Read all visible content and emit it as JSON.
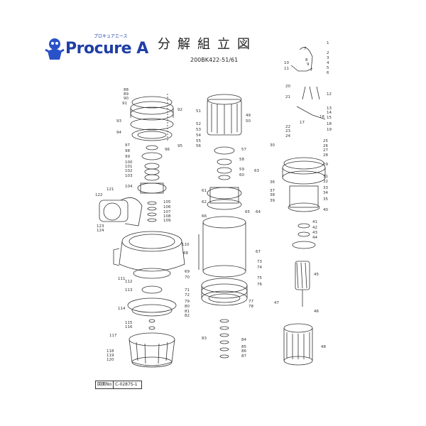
{
  "logo": {
    "text": "Procure A",
    "subtext": "プロキュアエース"
  },
  "title": "分解組立図",
  "model": "200BK422-51/61",
  "footer": {
    "label": "図面No",
    "number": "C-0287S-1"
  },
  "callouts": [
    "1",
    "2",
    "3",
    "4",
    "5",
    "6",
    "7",
    "8",
    "9",
    "10",
    "11",
    "12",
    "13",
    "14",
    "15",
    "16",
    "17",
    "18",
    "19",
    "20",
    "21",
    "22",
    "23",
    "24",
    "25",
    "26",
    "27",
    "28",
    "29",
    "30",
    "31",
    "32",
    "33",
    "34",
    "35",
    "36",
    "37",
    "38",
    "39",
    "40",
    "41",
    "42",
    "43",
    "44",
    "45",
    "46",
    "47",
    "48",
    "49",
    "50",
    "51",
    "52",
    "53",
    "54",
    "55",
    "56",
    "57",
    "58",
    "59",
    "60",
    "61",
    "62",
    "63",
    "64",
    "65",
    "66",
    "67",
    "68",
    "69",
    "70",
    "71",
    "72",
    "73",
    "74",
    "75",
    "76",
    "77",
    "78",
    "79",
    "80",
    "81",
    "82",
    "83",
    "84",
    "85",
    "86",
    "87",
    "88",
    "89",
    "90",
    "91",
    "92",
    "93",
    "94",
    "95",
    "96",
    "97",
    "98",
    "99",
    "100",
    "101",
    "102",
    "103",
    "104",
    "105",
    "106",
    "107",
    "108",
    "109",
    "110",
    "111",
    "112",
    "113",
    "114",
    "115",
    "116",
    "117",
    "118",
    "119",
    "120",
    "121",
    "122",
    "123",
    "124"
  ]
}
